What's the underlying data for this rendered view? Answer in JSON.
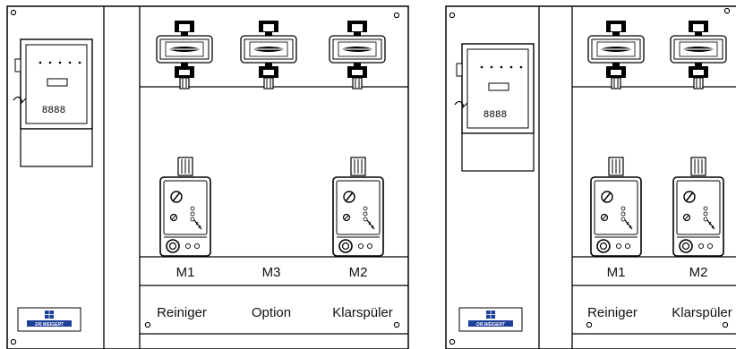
{
  "brand": {
    "name": "DR.WEIGERT",
    "color": "#1d3f9a"
  },
  "controller_display": "8888",
  "panel_left": {
    "pump_labels": [
      "M1",
      "M3",
      "M2"
    ],
    "product_labels": [
      "Reiniger",
      "Option",
      "Klarspüler"
    ]
  },
  "panel_right": {
    "pump_labels": [
      "M1",
      "M2"
    ],
    "product_labels": [
      "Reiniger",
      "Klarspüler"
    ]
  }
}
